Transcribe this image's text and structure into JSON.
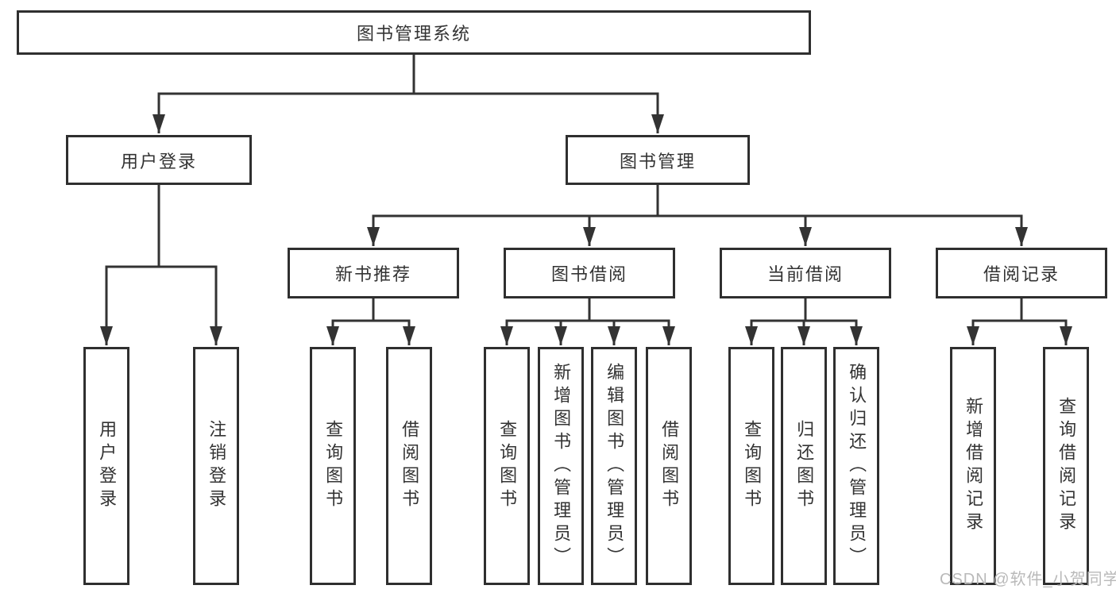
{
  "diagram": {
    "root": {
      "label": "图书管理系统"
    },
    "branches": [
      {
        "label": "用户登录",
        "children": [
          {
            "label": "用户登录"
          },
          {
            "label": "注销登录"
          }
        ]
      },
      {
        "label": "图书管理",
        "sections": [
          {
            "label": "新书推荐",
            "children": [
              {
                "label": "查询图书"
              },
              {
                "label": "借阅图书"
              }
            ]
          },
          {
            "label": "图书借阅",
            "children": [
              {
                "label": "查询图书"
              },
              {
                "label": "新增图书（管理员）"
              },
              {
                "label": "编辑图书（管理员）"
              },
              {
                "label": "借阅图书"
              }
            ]
          },
          {
            "label": "当前借阅",
            "children": [
              {
                "label": "查询图书"
              },
              {
                "label": "归还图书"
              },
              {
                "label": "确认归还（管理员）"
              }
            ]
          },
          {
            "label": "借阅记录",
            "children": [
              {
                "label": "新增借阅记录"
              },
              {
                "label": "查询借阅记录"
              }
            ]
          }
        ]
      }
    ]
  },
  "watermark": {
    "text": "CSDN @软件_小贺同学"
  },
  "colors": {
    "line": "#333333",
    "border": "#2f2f2f",
    "text": "#333333",
    "watermark": "#b9b9b9",
    "background": "#ffffff"
  }
}
